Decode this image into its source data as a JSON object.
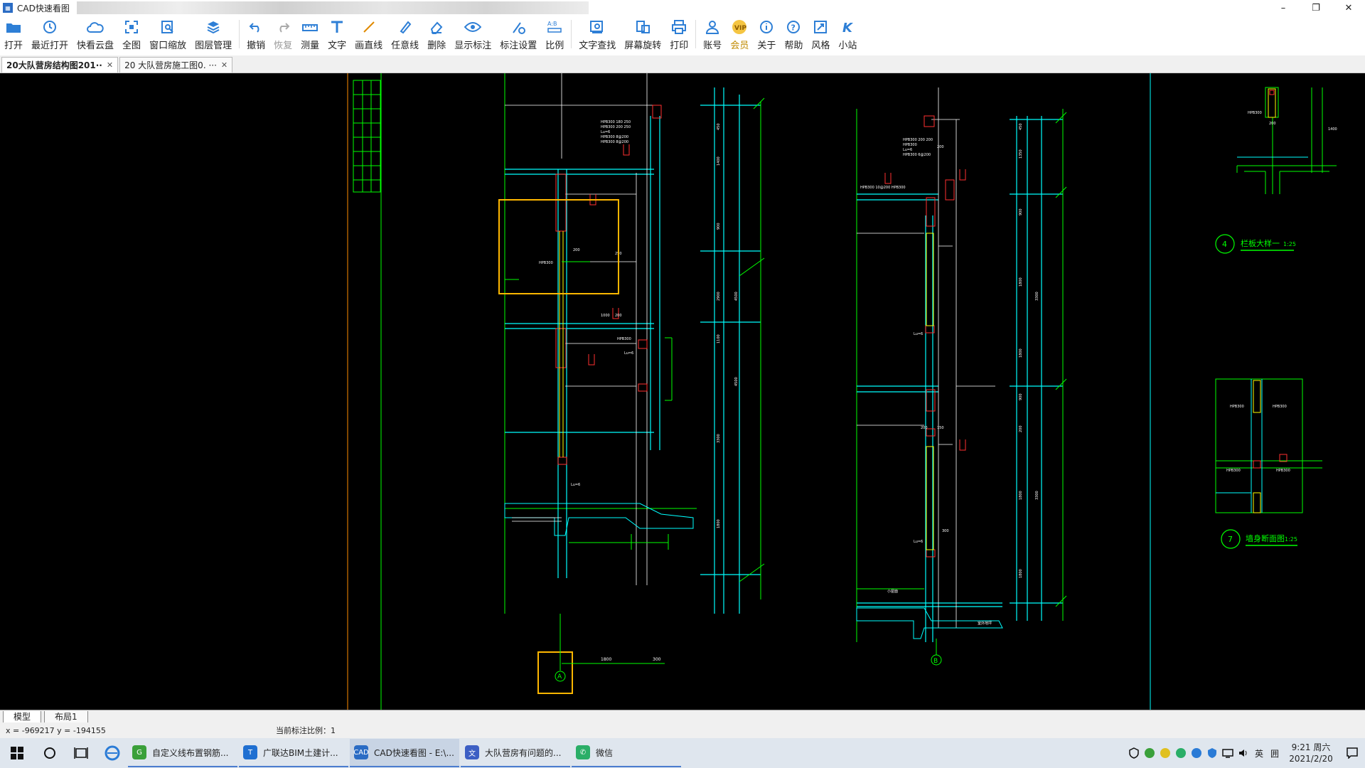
{
  "window": {
    "title": "CAD快速看图",
    "controls": [
      "–",
      "❐",
      "✕"
    ]
  },
  "toolbar": {
    "open": "打开",
    "recent": "最近打开",
    "cloud": "快看云盘",
    "fullview": "全图",
    "window_zoom": "窗口缩放",
    "layers": "图层管理",
    "undo": "撤销",
    "redo": "恢复",
    "measure": "测量",
    "text": "文字",
    "line": "画直线",
    "freeline": "任意线",
    "erase": "删除",
    "show_dim": "显示标注",
    "dim_settings": "标注设置",
    "scale": "比例",
    "text_search": "文字查找",
    "rotate": "屏幕旋转",
    "print": "打印",
    "account": "账号",
    "vip": "会员",
    "about": "关于",
    "help": "帮助",
    "style": "风格",
    "site": "小站"
  },
  "doc_tabs": [
    {
      "label": "20大队营房结构图201··"
    },
    {
      "label": "20 大队营房施工图0. ···"
    }
  ],
  "drawing": {
    "axis_a": "A",
    "axis_b": "B",
    "detail4_num": "4",
    "detail4_title": "栏板大样一",
    "detail4_scale": "1:25",
    "detail7_num": "7",
    "detail7_title": "墙身断面图",
    "detail7_scale": "1:25",
    "dim_1800": "1800",
    "dim_300": "300"
  },
  "layout_tabs": [
    "模型",
    "布局1"
  ],
  "status": {
    "coords": "x = -969217  y = -194155",
    "scale": "当前标注比例：1"
  },
  "taskbar": {
    "apps": [
      {
        "label": "自定义线布置钢筋...",
        "color": "#3aa03a",
        "glyph": "G"
      },
      {
        "label": "广联达BIM土建计...",
        "color": "#1f6fd1",
        "glyph": "T"
      },
      {
        "label": "CAD快速看图 - E:\\...",
        "color": "#2b6cc4",
        "glyph": "CAD"
      },
      {
        "label": "大队营房有问题的...",
        "color": "#3d5fc4",
        "glyph": "文"
      },
      {
        "label": "微信",
        "color": "#2aae67",
        "glyph": "✆"
      }
    ],
    "ime": "英",
    "ime2": "囲",
    "time": "9:21 周六",
    "date": "2021/2/20"
  }
}
